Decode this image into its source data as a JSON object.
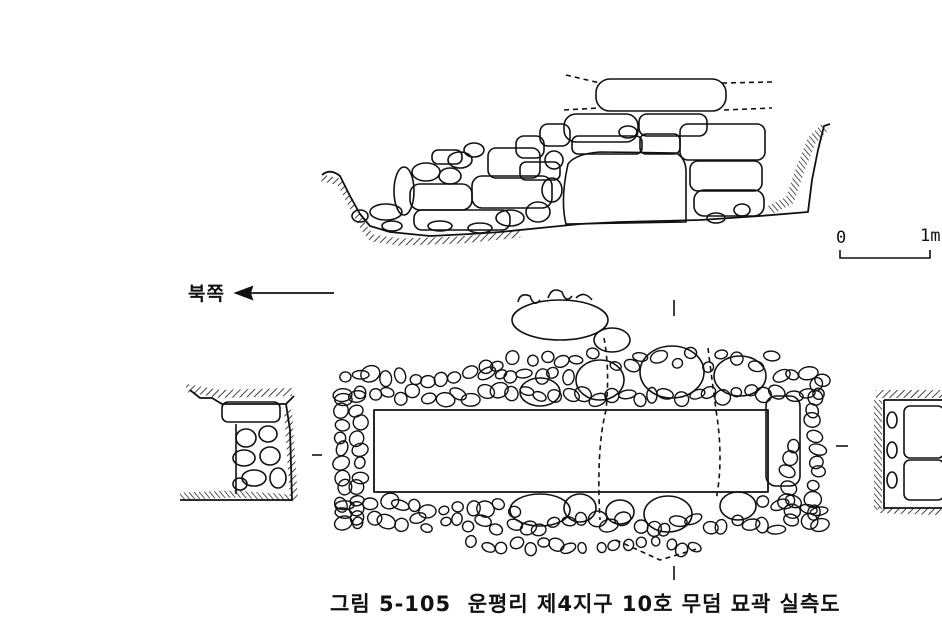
{
  "figure": {
    "caption": "그림 5-105  운평리 제4지구 10호 무덤 묘곽 실측도",
    "north_label": "북쪽",
    "scale": {
      "start_label": "0",
      "end_label": "1m"
    },
    "ink_color": "#111111",
    "background_color": "#ffffff"
  }
}
